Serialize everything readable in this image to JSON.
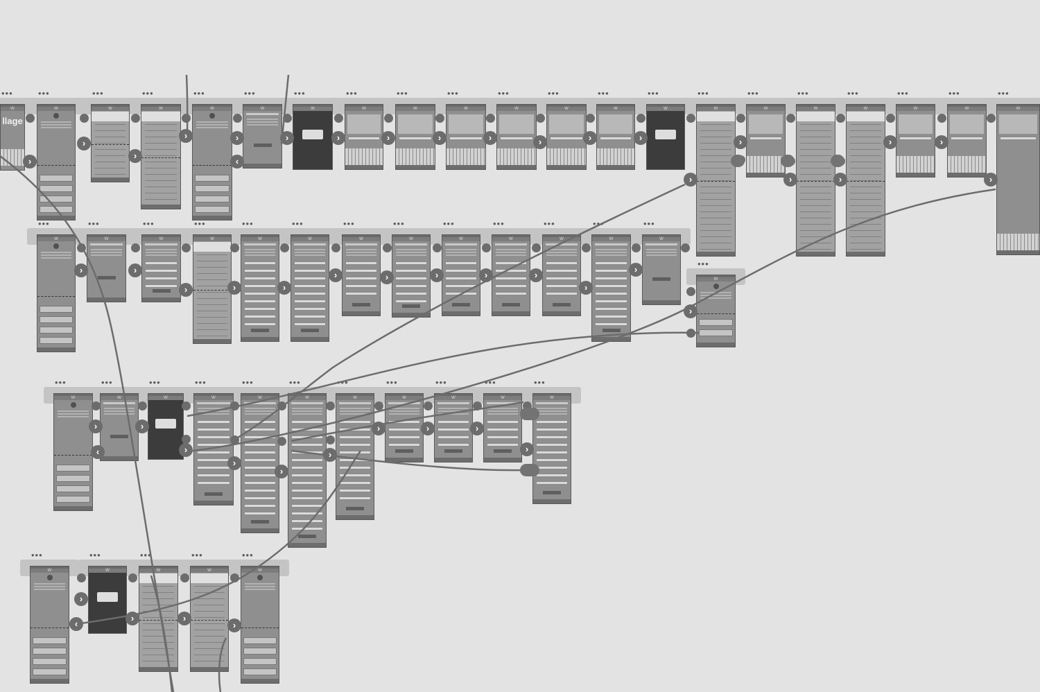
{
  "canvas": {
    "background": "#e3e3e3",
    "connector_color": "#6c6c6c",
    "screen_color": "#8f8f8f",
    "dark_screen_color": "#3c3c3c"
  },
  "ui": {
    "dots_glyph": "•••",
    "arrow_right": "›",
    "arrow_left": "‹",
    "logo_glyph": "W"
  },
  "splash": {
    "label": "llage"
  },
  "rows": [
    {
      "name": "row-1",
      "screen_count": 23
    },
    {
      "name": "row-2",
      "screen_count": 14
    },
    {
      "name": "row-3",
      "screen_count": 11
    },
    {
      "name": "row-4",
      "screen_count": 5
    }
  ]
}
